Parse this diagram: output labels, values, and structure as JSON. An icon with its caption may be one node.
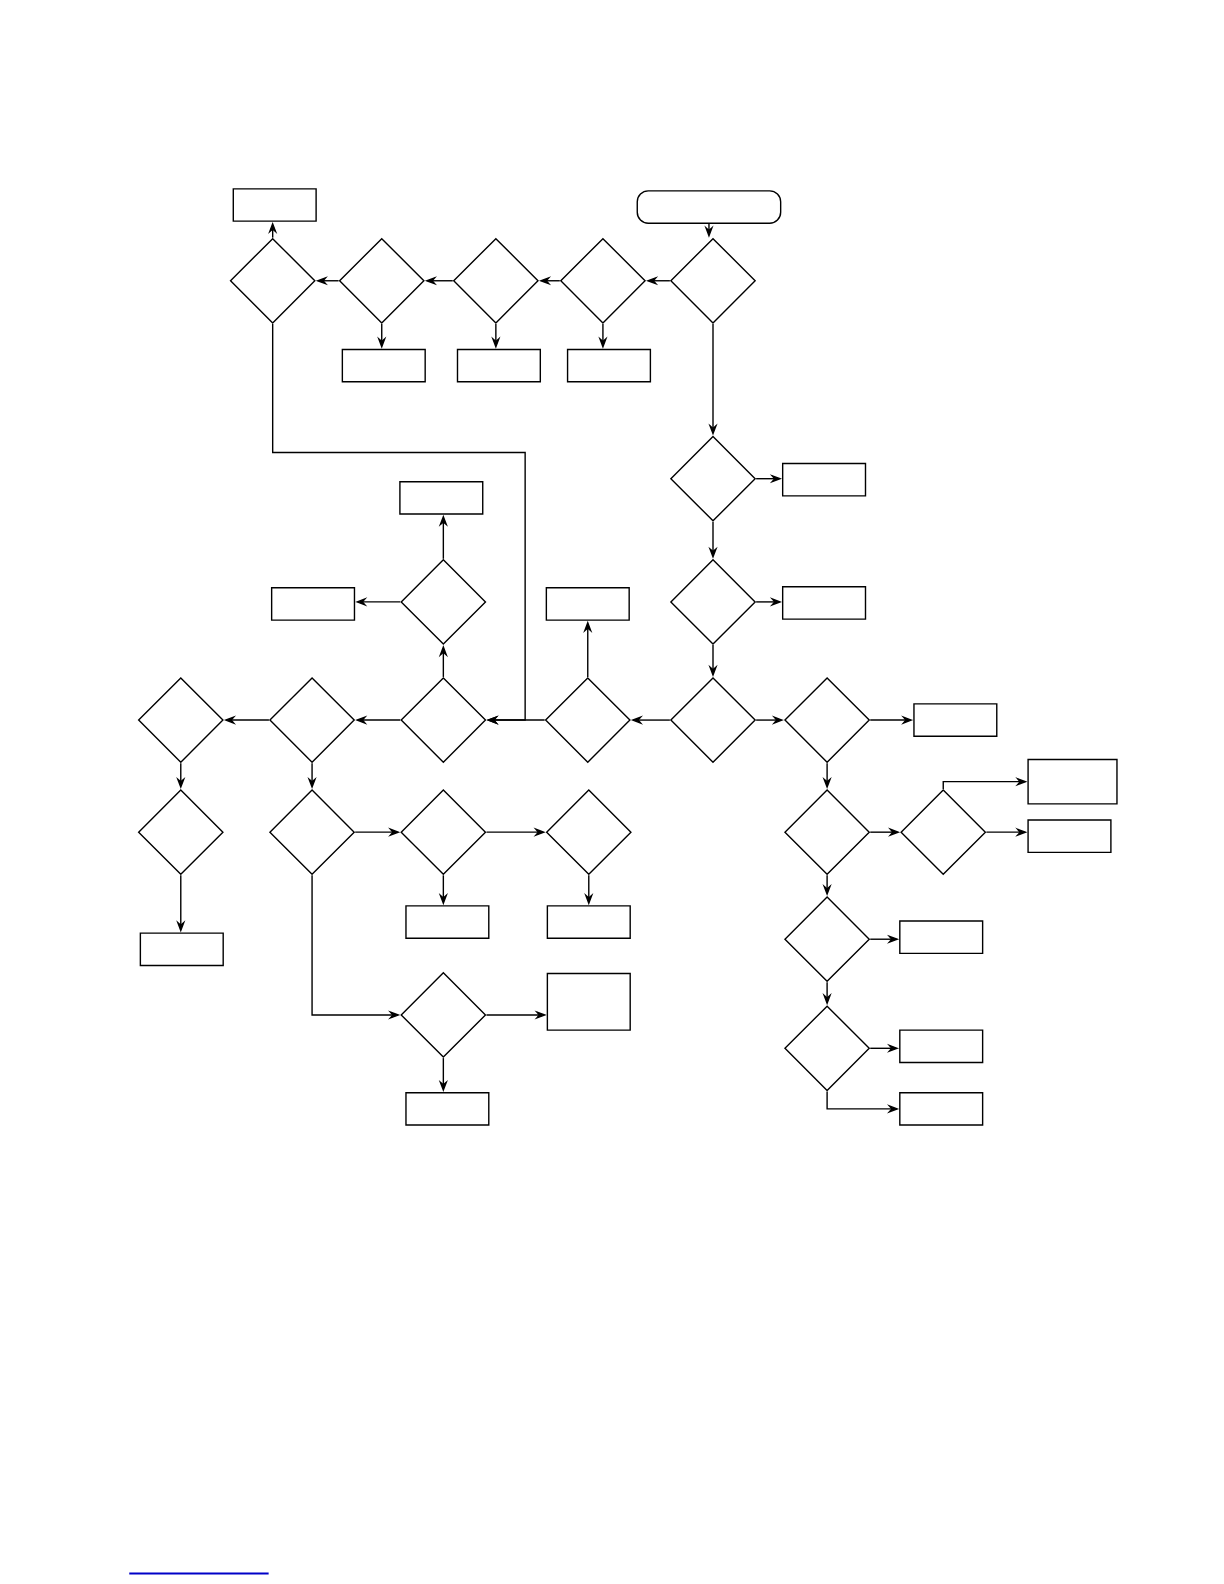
{
  "diagram": {
    "nodes": [
      {
        "text": [],
        "shape": "box"
      },
      {
        "text": [],
        "shape": "terminal"
      },
      {
        "text": [],
        "shape": "diamond"
      },
      {
        "text": [],
        "shape": "diamond"
      },
      {
        "text": [],
        "shape": "diamond"
      },
      {
        "text": [],
        "shape": "diamond"
      },
      {
        "text": [],
        "shape": "diamond"
      },
      {
        "text": [],
        "shape": "box"
      },
      {
        "text": [],
        "shape": "box"
      },
      {
        "text": [],
        "shape": "box"
      },
      {
        "text": [],
        "shape": "diamond"
      },
      {
        "text": [],
        "shape": "box"
      },
      {
        "text": [],
        "shape": "box"
      },
      {
        "text": [],
        "shape": "diamond"
      },
      {
        "text": [],
        "shape": "box"
      },
      {
        "text": [],
        "shape": "box"
      },
      {
        "text": [],
        "shape": "diamond"
      },
      {
        "text": [],
        "shape": "box"
      },
      {
        "text": [],
        "shape": "diamond"
      },
      {
        "text": [],
        "shape": "diamond"
      },
      {
        "text": [],
        "shape": "diamond"
      },
      {
        "text": [],
        "shape": "diamond"
      },
      {
        "text": [],
        "shape": "diamond"
      },
      {
        "text": [],
        "shape": "diamond"
      },
      {
        "text": [],
        "shape": "box"
      },
      {
        "text": [],
        "shape": "box"
      },
      {
        "text": [],
        "shape": "diamond"
      },
      {
        "text": [],
        "shape": "diamond"
      },
      {
        "text": [],
        "shape": "diamond"
      },
      {
        "text": [],
        "shape": "diamond"
      },
      {
        "text": [],
        "shape": "diamond"
      },
      {
        "text": [],
        "shape": "diamond"
      },
      {
        "text": [],
        "shape": "box"
      },
      {
        "text": [],
        "shape": "box"
      },
      {
        "text": [],
        "shape": "box"
      },
      {
        "text": [],
        "shape": "diamond"
      },
      {
        "text": [],
        "shape": "box"
      },
      {
        "text": [],
        "shape": "box"
      },
      {
        "text": [],
        "shape": "box"
      },
      {
        "text": [],
        "shape": "diamond"
      },
      {
        "text": [],
        "shape": "diamond"
      },
      {
        "text": [],
        "shape": "box"
      },
      {
        "text": [],
        "shape": "box"
      },
      {
        "text": [],
        "shape": "box"
      }
    ],
    "edges": [
      {
        "from": 1,
        "to": 6,
        "arrow": "to"
      },
      {
        "from": 6,
        "to": 5,
        "arrow": "to"
      },
      {
        "from": 5,
        "to": 4,
        "arrow": "to"
      },
      {
        "from": 4,
        "to": 3,
        "arrow": "to"
      },
      {
        "from": 3,
        "to": 2,
        "arrow": "to"
      },
      {
        "from": 2,
        "to": 0,
        "arrow": "to"
      },
      {
        "from": 5,
        "to": 9,
        "arrow": "to"
      },
      {
        "from": 4,
        "to": 8,
        "arrow": "to"
      },
      {
        "from": 3,
        "to": 7,
        "arrow": "to"
      },
      {
        "from": 6,
        "to": 10,
        "arrow": "to"
      },
      {
        "from": 10,
        "to": 11,
        "arrow": "to"
      },
      {
        "from": 10,
        "to": 16,
        "arrow": "to"
      },
      {
        "from": 16,
        "to": 17,
        "arrow": "to"
      },
      {
        "from": 16,
        "to": 22,
        "arrow": "to"
      },
      {
        "from": 22,
        "to": 21,
        "arrow": "to"
      },
      {
        "from": 22,
        "to": 23,
        "arrow": "to"
      },
      {
        "from": 21,
        "to": 15,
        "arrow": "to"
      },
      {
        "from": 21,
        "to": 20,
        "arrow": "to"
      },
      {
        "from": 2,
        "to": 20,
        "arrow": "to"
      },
      {
        "from": 20,
        "to": 13,
        "arrow": "to"
      },
      {
        "from": 13,
        "to": 12,
        "arrow": "to"
      },
      {
        "from": 13,
        "to": 14,
        "arrow": "to"
      },
      {
        "from": 20,
        "to": 19,
        "arrow": "to"
      },
      {
        "from": 19,
        "to": 18,
        "arrow": "to"
      },
      {
        "from": 18,
        "to": 26,
        "arrow": "to"
      },
      {
        "from": 26,
        "to": 37,
        "arrow": "to"
      },
      {
        "from": 19,
        "to": 27,
        "arrow": "to"
      },
      {
        "from": 27,
        "to": 28,
        "arrow": "to"
      },
      {
        "from": 28,
        "to": 33,
        "arrow": "to"
      },
      {
        "from": 28,
        "to": 29,
        "arrow": "to"
      },
      {
        "from": 29,
        "to": 34,
        "arrow": "to"
      },
      {
        "from": 27,
        "to": 39,
        "arrow": "to"
      },
      {
        "from": 39,
        "to": 38,
        "arrow": "to"
      },
      {
        "from": 39,
        "to": 42,
        "arrow": "to"
      },
      {
        "from": 23,
        "to": 24,
        "arrow": "to"
      },
      {
        "from": 23,
        "to": 30,
        "arrow": "to"
      },
      {
        "from": 30,
        "to": 31,
        "arrow": "to"
      },
      {
        "from": 31,
        "to": 25,
        "arrow": "to"
      },
      {
        "from": 31,
        "to": 32,
        "arrow": "to"
      },
      {
        "from": 30,
        "to": 35,
        "arrow": "to"
      },
      {
        "from": 35,
        "to": 36,
        "arrow": "to"
      },
      {
        "from": 35,
        "to": 40,
        "arrow": "to"
      },
      {
        "from": 40,
        "to": 41,
        "arrow": "to"
      },
      {
        "from": 40,
        "to": 43,
        "arrow": "to"
      }
    ]
  }
}
